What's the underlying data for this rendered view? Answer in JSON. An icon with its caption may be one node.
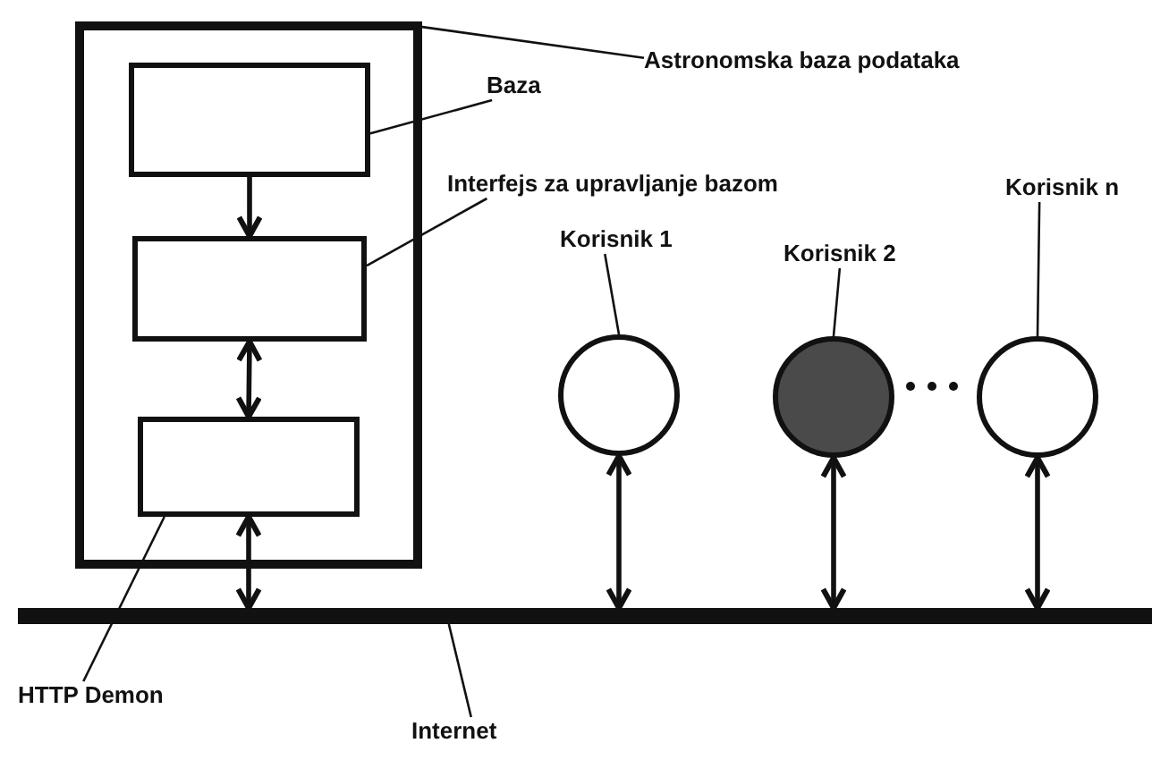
{
  "diagram": {
    "nodes": [
      {
        "text": [],
        "shape": "box"
      },
      {
        "text": [],
        "shape": "box",
        "in": 0
      },
      {
        "text": [],
        "shape": "box",
        "in": 0
      },
      {
        "text": [],
        "shape": "box",
        "in": 0
      },
      {
        "text": [],
        "shape": "circle"
      },
      {
        "text": [],
        "shape": "circle"
      },
      {
        "text": [],
        "shape": "circle"
      },
      {
        "text": [],
        "shape": "bar"
      },
      {
        "text": [
          "Astronomska baza podataka"
        ]
      },
      {
        "text": [
          "Baza"
        ]
      },
      {
        "text": [
          "Interfejs za upravljanje bazom"
        ]
      },
      {
        "text": [
          "Korisnik 1"
        ]
      },
      {
        "text": [
          "Korisnik 2"
        ]
      },
      {
        "text": [
          "Korisnik n"
        ]
      },
      {
        "text": [
          "HTTP Demon"
        ]
      },
      {
        "text": [
          "Internet"
        ]
      }
    ],
    "edges": [
      {
        "from": 1,
        "to": 2,
        "arrow": "to"
      },
      {
        "from": 2,
        "to": 3,
        "arrow": "both"
      },
      {
        "from": 3,
        "to": 7,
        "arrow": "both"
      },
      {
        "from": 4,
        "to": 7,
        "arrow": "both"
      },
      {
        "from": 5,
        "to": 7,
        "arrow": "both"
      },
      {
        "from": 6,
        "to": 7,
        "arrow": "both"
      },
      {
        "from": 8,
        "to": 0,
        "arrow": "none"
      },
      {
        "from": 9,
        "to": 1,
        "arrow": "none"
      },
      {
        "from": 10,
        "to": 2,
        "arrow": "none"
      },
      {
        "from": 11,
        "to": 4,
        "arrow": "none"
      },
      {
        "from": 12,
        "to": 5,
        "arrow": "none"
      },
      {
        "from": 13,
        "to": 6,
        "arrow": "none"
      },
      {
        "from": 14,
        "to": 3,
        "arrow": "none"
      },
      {
        "from": 15,
        "to": 7,
        "arrow": "none"
      }
    ]
  }
}
